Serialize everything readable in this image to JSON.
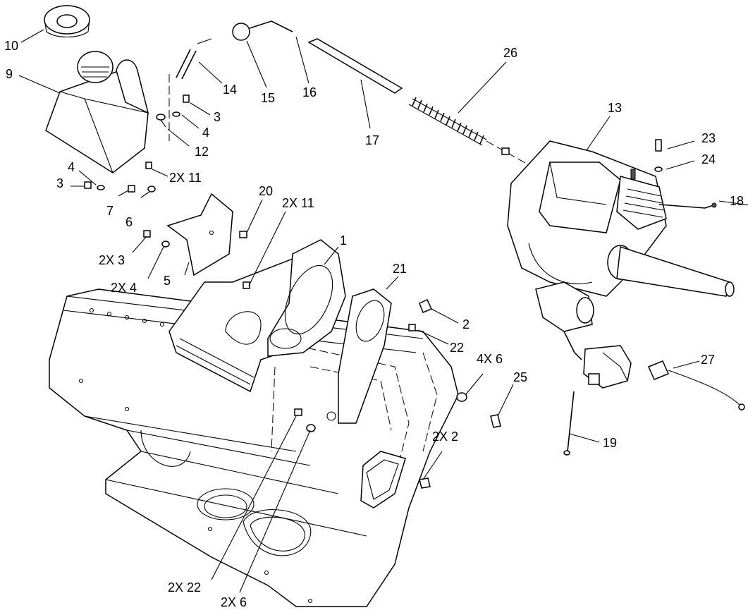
{
  "callouts": [
    {
      "id": "c10",
      "text": "10"
    },
    {
      "id": "c9",
      "text": "9"
    },
    {
      "id": "c14",
      "text": "14"
    },
    {
      "id": "c15",
      "text": "15"
    },
    {
      "id": "c16",
      "text": "16"
    },
    {
      "id": "c17",
      "text": "17"
    },
    {
      "id": "c26",
      "text": "26"
    },
    {
      "id": "c13",
      "text": "13"
    },
    {
      "id": "c23",
      "text": "23"
    },
    {
      "id": "c24",
      "text": "24"
    },
    {
      "id": "c18",
      "text": "18"
    },
    {
      "id": "c3a",
      "text": "3"
    },
    {
      "id": "c4a",
      "text": "4"
    },
    {
      "id": "c12",
      "text": "12"
    },
    {
      "id": "c4b",
      "text": "4"
    },
    {
      "id": "c3b",
      "text": "3"
    },
    {
      "id": "c2x11a",
      "text": "2X 11"
    },
    {
      "id": "c7",
      "text": "7"
    },
    {
      "id": "c6",
      "text": "6"
    },
    {
      "id": "c20",
      "text": "20"
    },
    {
      "id": "c2x11b",
      "text": "2X 11"
    },
    {
      "id": "c2x3",
      "text": "2X 3"
    },
    {
      "id": "c2x4",
      "text": "2X 4"
    },
    {
      "id": "c5",
      "text": "5"
    },
    {
      "id": "c1",
      "text": "1"
    },
    {
      "id": "c21",
      "text": "21"
    },
    {
      "id": "c2",
      "text": "2"
    },
    {
      "id": "c22",
      "text": "22"
    },
    {
      "id": "c4x6",
      "text": "4X 6"
    },
    {
      "id": "c25",
      "text": "25"
    },
    {
      "id": "c27",
      "text": "27"
    },
    {
      "id": "c19",
      "text": "19"
    },
    {
      "id": "c2x2",
      "text": "2X 2"
    },
    {
      "id": "c2x22",
      "text": "2X 22"
    },
    {
      "id": "c2x6",
      "text": "2X 6"
    }
  ]
}
